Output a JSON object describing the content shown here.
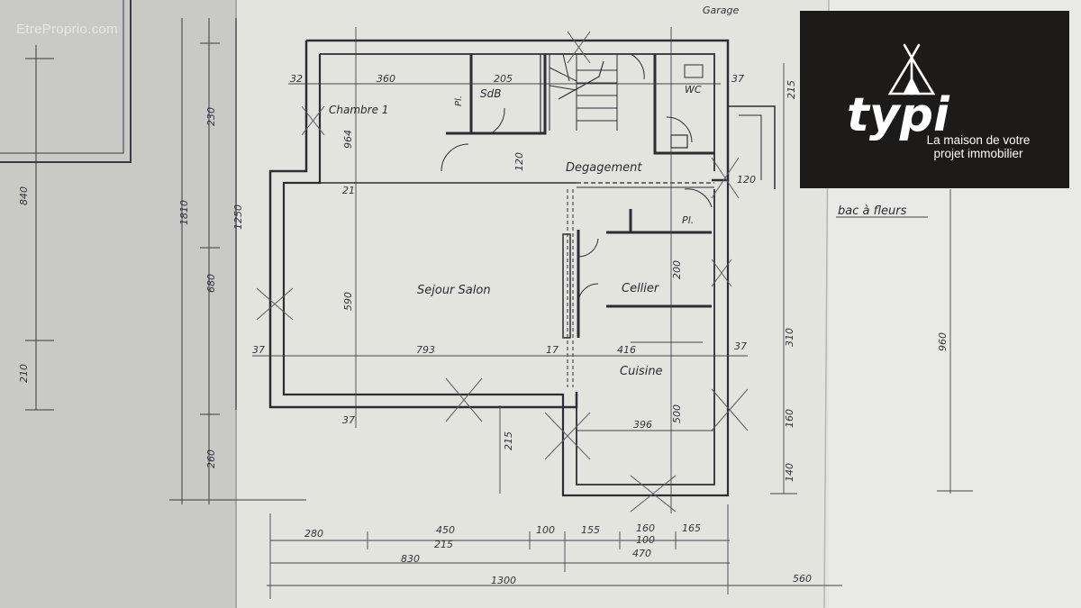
{
  "watermark": "EtreProprio.com",
  "logo": {
    "brand": "typi",
    "tagline_line1": "La maison de votre",
    "tagline_line2": "projet immobilier",
    "icon": "tipi-tent-icon",
    "colors": {
      "background": "#1d1b19",
      "text": "#ffffff"
    }
  },
  "rooms": {
    "chambre": "Chambre 1",
    "sdb": "SdB",
    "wc": "WC",
    "degagement": "Degagement",
    "sejour": "Sejour Salon",
    "cellier": "Cellier",
    "cuisine": "Cuisine",
    "placard": "Pl.",
    "placard2": "Pl.",
    "garage": "Garage",
    "bac": "bac à fleurs"
  },
  "dimensions": {
    "d360": "360",
    "d964": "964",
    "d590": "590",
    "d793": "793",
    "d416": "416",
    "d396": "396",
    "d500": "500",
    "d200": "200",
    "d840": "840",
    "d1810": "1810",
    "d1250": "1250",
    "d680": "680",
    "d230": "230",
    "d260": "260",
    "d210": "210",
    "d215": "215",
    "d310": "310",
    "d960": "960",
    "d160": "160",
    "d140": "140",
    "d120": "120",
    "d37": "37",
    "d32": "32",
    "d205": "205",
    "d280": "280",
    "d450": "450",
    "d100": "100",
    "d155": "155",
    "d165": "165",
    "d830": "830",
    "d470": "470",
    "d1300": "1300",
    "d560": "560",
    "d17": "17",
    "d21": "21"
  }
}
